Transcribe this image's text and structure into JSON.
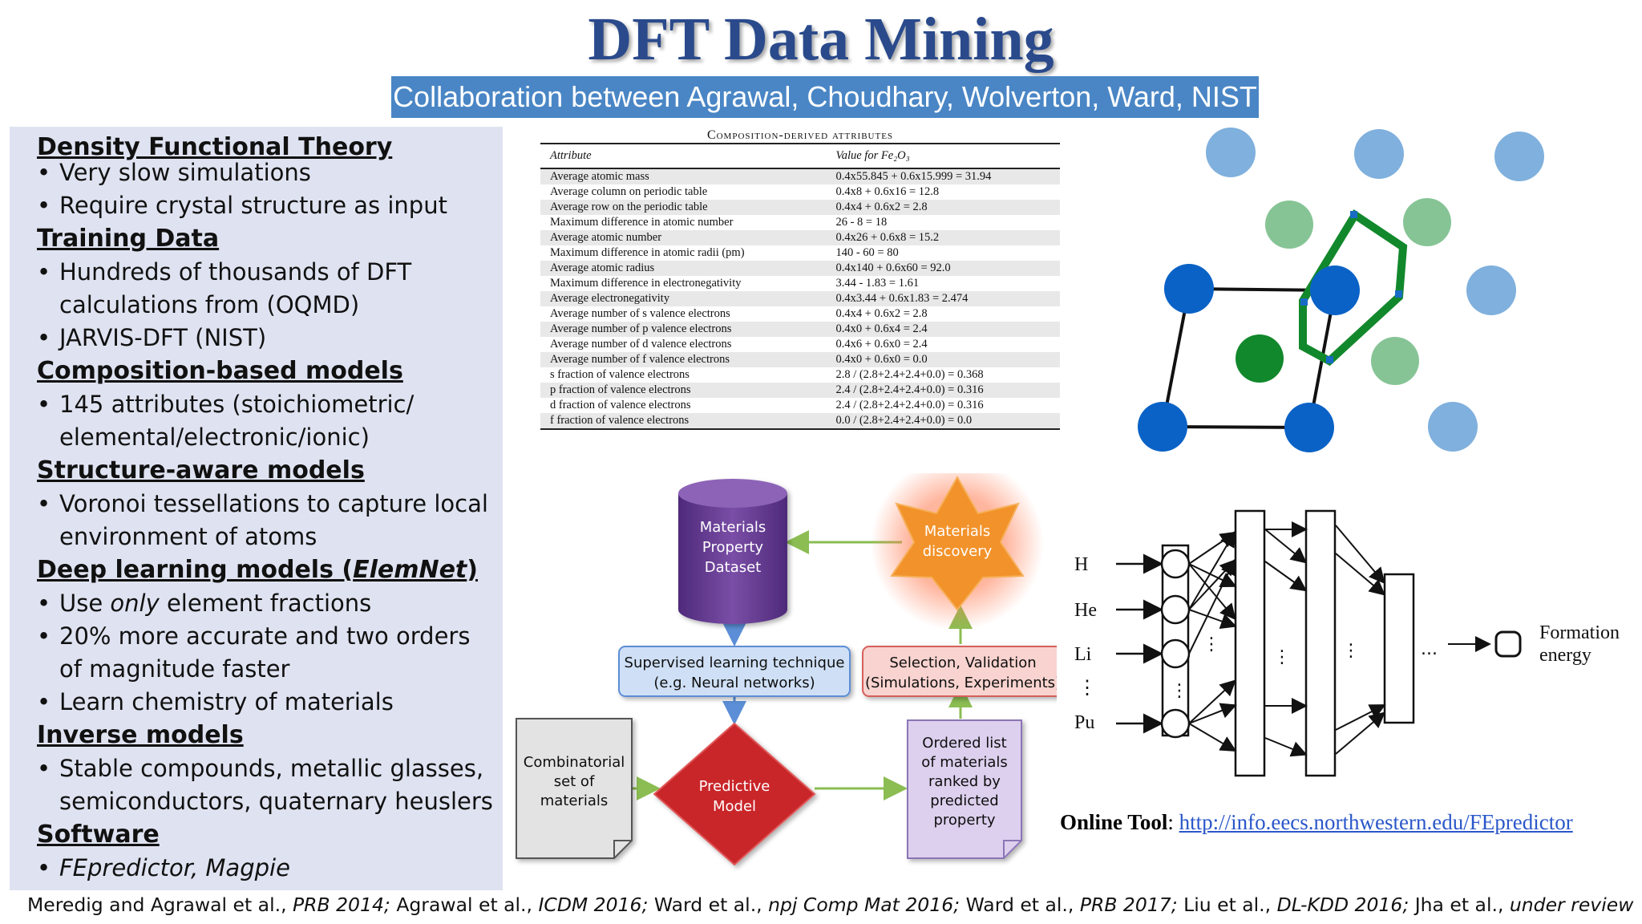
{
  "title": "DFT Data Mining",
  "subtitle": "Collaboration between Agrawal, Choudhary, Wolverton, Ward, NIST",
  "left_panel": {
    "sections": [
      {
        "heading": "Density Functional Theory",
        "bullets": [
          "Very slow simulations",
          "Require crystal structure as input"
        ]
      },
      {
        "heading": "Training Data",
        "bullets": [
          "Hundreds of thousands of DFT calculations from (OQMD)",
          "JARVIS-DFT (NIST)"
        ]
      },
      {
        "heading": "Composition-based models",
        "bullets": [
          "145 attributes (stoichiometric/ elemental/electronic/ionic)"
        ]
      },
      {
        "heading": "Structure-aware models",
        "bullets": [
          "Voronoi tessellations to capture local environment of atoms"
        ]
      },
      {
        "heading": "Deep learning models (ElemNet)",
        "bullets": [
          "Use only element fractions",
          "20% more accurate and two orders of magnitude faster",
          "Learn chemistry of materials"
        ]
      },
      {
        "heading": "Inverse models",
        "bullets": [
          "Stable compounds, metallic glasses, semiconductors, quaternary heuslers"
        ]
      },
      {
        "heading": "Software",
        "bullets": [
          "FEpredictor, Magpie"
        ]
      }
    ],
    "lines": {
      "h0": "Density Functional Theory",
      "b0": "Very slow simulations",
      "b1": "Require crystal structure as input",
      "h1": "Training Data",
      "b2": "Hundreds of thousands of DFT",
      "b2c": "calculations from (OQMD)",
      "b3": "JARVIS-DFT (NIST)",
      "h2": "Composition-based models",
      "b4": "145 attributes (stoichiometric/",
      "b4c": "elemental/electronic/ionic)",
      "h3": "Structure-aware models",
      "b5": "Voronoi tessellations to capture local",
      "b5c": "environment of atoms",
      "h4a": "Deep learning models (",
      "h4b": "ElemNet",
      "h4c": ")",
      "b6a": "Use ",
      "b6b": "only",
      "b6c": " element fractions",
      "b7": "20% more accurate and two orders",
      "b7c": "of magnitude faster",
      "b8": "Learn chemistry of materials",
      "h5": "Inverse models",
      "b9": "Stable compounds, metallic glasses,",
      "b9c": "semiconductors, quaternary heuslers",
      "h6": "Software",
      "b10": "FEpredictor, Magpie"
    }
  },
  "table": {
    "caption": "Composition-derived attributes",
    "col_attribute": "Attribute",
    "col_value": "Value for Fe₂O₃",
    "rows": [
      [
        "Average atomic mass",
        "0.4x55.845 + 0.6x15.999 = 31.94"
      ],
      [
        "Average column on periodic table",
        "0.4x8 + 0.6x16 = 12.8"
      ],
      [
        "Average row on the periodic table",
        "0.4x4 + 0.6x2 = 2.8"
      ],
      [
        "Maximum difference in atomic number",
        "26 - 8 = 18"
      ],
      [
        "Average atomic number",
        "0.4x26 + 0.6x8 = 15.2"
      ],
      [
        "Maximum difference in atomic radii (pm)",
        "140 - 60 = 80"
      ],
      [
        "Average atomic radius",
        "0.4x140 + 0.6x60 = 92.0"
      ],
      [
        "Maximum difference in electronegativity",
        "3.44 - 1.83 = 1.61"
      ],
      [
        "Average electronegativity",
        "0.4x3.44 + 0.6x1.83 = 2.474"
      ],
      [
        "Average number of s valence electrons",
        "0.4x4 + 0.6x2 = 2.8"
      ],
      [
        "Average number of p valence electrons",
        "0.4x0 + 0.6x4 = 2.4"
      ],
      [
        "Average number of d valence electrons",
        "0.4x6 + 0.6x0 = 2.4"
      ],
      [
        "Average number of f valence electrons",
        "0.4x0 + 0.6x0 = 0.0"
      ],
      [
        "s fraction of valence electrons",
        "2.8 / (2.8+2.4+2.4+0.0) = 0.368"
      ],
      [
        "p fraction of valence electrons",
        "2.4 / (2.8+2.4+2.4+0.0) = 0.316"
      ],
      [
        "d fraction of valence electrons",
        "2.4 / (2.8+2.4+2.4+0.0) = 0.316"
      ],
      [
        "f fraction of valence electrons",
        "0.0 / (2.8+2.4+2.4+0.0) = 0.0"
      ]
    ]
  },
  "flow": {
    "dataset": "Materials Property Dataset",
    "dataset_l1": "Materials",
    "dataset_l2": "Property",
    "dataset_l3": "Dataset",
    "discovery_l1": "Materials",
    "discovery_l2": "discovery",
    "supervised_l1": "Supervised learning technique",
    "supervised_l2": "(e.g. Neural networks)",
    "selection_l1": "Selection, Validation",
    "selection_l2": "(Simulations, Experiments)",
    "combinatorial_l1": "Combinatorial",
    "combinatorial_l2": "set of",
    "combinatorial_l3": "materials",
    "predictive_l1": "Predictive",
    "predictive_l2": "Model",
    "ordered_l1": "Ordered list",
    "ordered_l2": "of materials",
    "ordered_l3": "ranked by",
    "ordered_l4": "predicted",
    "ordered_l5": "property"
  },
  "nn": {
    "inputs": [
      "H",
      "He",
      "Li",
      "⋮",
      "Pu"
    ],
    "output_l1": "Formation",
    "output_l2": "energy",
    "ellipsis": "⋮",
    "dots": "..."
  },
  "online_tool": {
    "label": "Online Tool",
    "colon": ": ",
    "url": "http://info.eecs.northwestern.edu/FEpredictor"
  },
  "references": {
    "r1": "Meredig and Agrawal et al., ",
    "r1i": "PRB 2014;",
    "r2": " Agrawal et al., ",
    "r2i": "ICDM 2016;",
    "r3": " Ward et al., ",
    "r3i": "npj Comp Mat 2016;",
    "r4": " Ward et al., ",
    "r4i": "PRB 2017;",
    "r5": " Liu et al., ",
    "r5i": "DL-KDD 2016;",
    "r6": " Jha et al., ",
    "r6i": "under review"
  },
  "colors": {
    "title": "#2a4a8c",
    "subtitle_bg": "#4a86c5",
    "panel_bg": "#dfe3f1",
    "atom_dark_blue": "#0a62c6",
    "atom_light_blue": "#80b0dd",
    "atom_dark_green": "#12882c",
    "atom_light_green": "#86c495",
    "dataset_purple": "#6a3f92",
    "discovery_orange": "#f2922a",
    "predictive_red": "#c9282b",
    "link": "#2a57c9"
  }
}
